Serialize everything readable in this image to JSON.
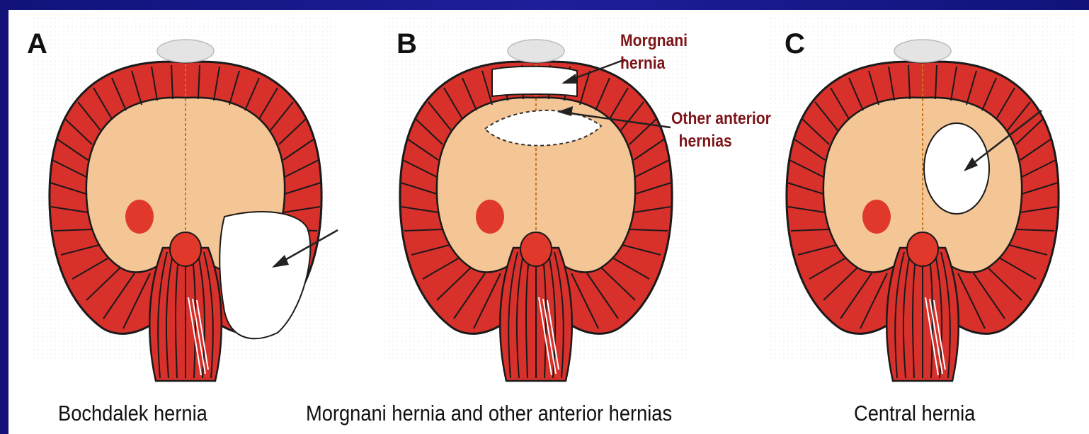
{
  "panels": [
    {
      "letter": "A",
      "caption": "Bochdalek hernia"
    },
    {
      "letter": "B",
      "caption": "Morgnani hernia and other anterior hernias"
    },
    {
      "letter": "C",
      "caption": "Central hernia"
    }
  ],
  "callouts": {
    "morgnani_line1": "Morgnani",
    "morgnani_line2": "hernia",
    "anterior_line1": "Other anterior",
    "anterior_line2": "hernias"
  },
  "colors": {
    "background": "#1a1a8c",
    "muscle": "#d8302b",
    "central_tendon": "#f4c595",
    "defect": "#ffffff",
    "callout_text": "#7d1418"
  }
}
